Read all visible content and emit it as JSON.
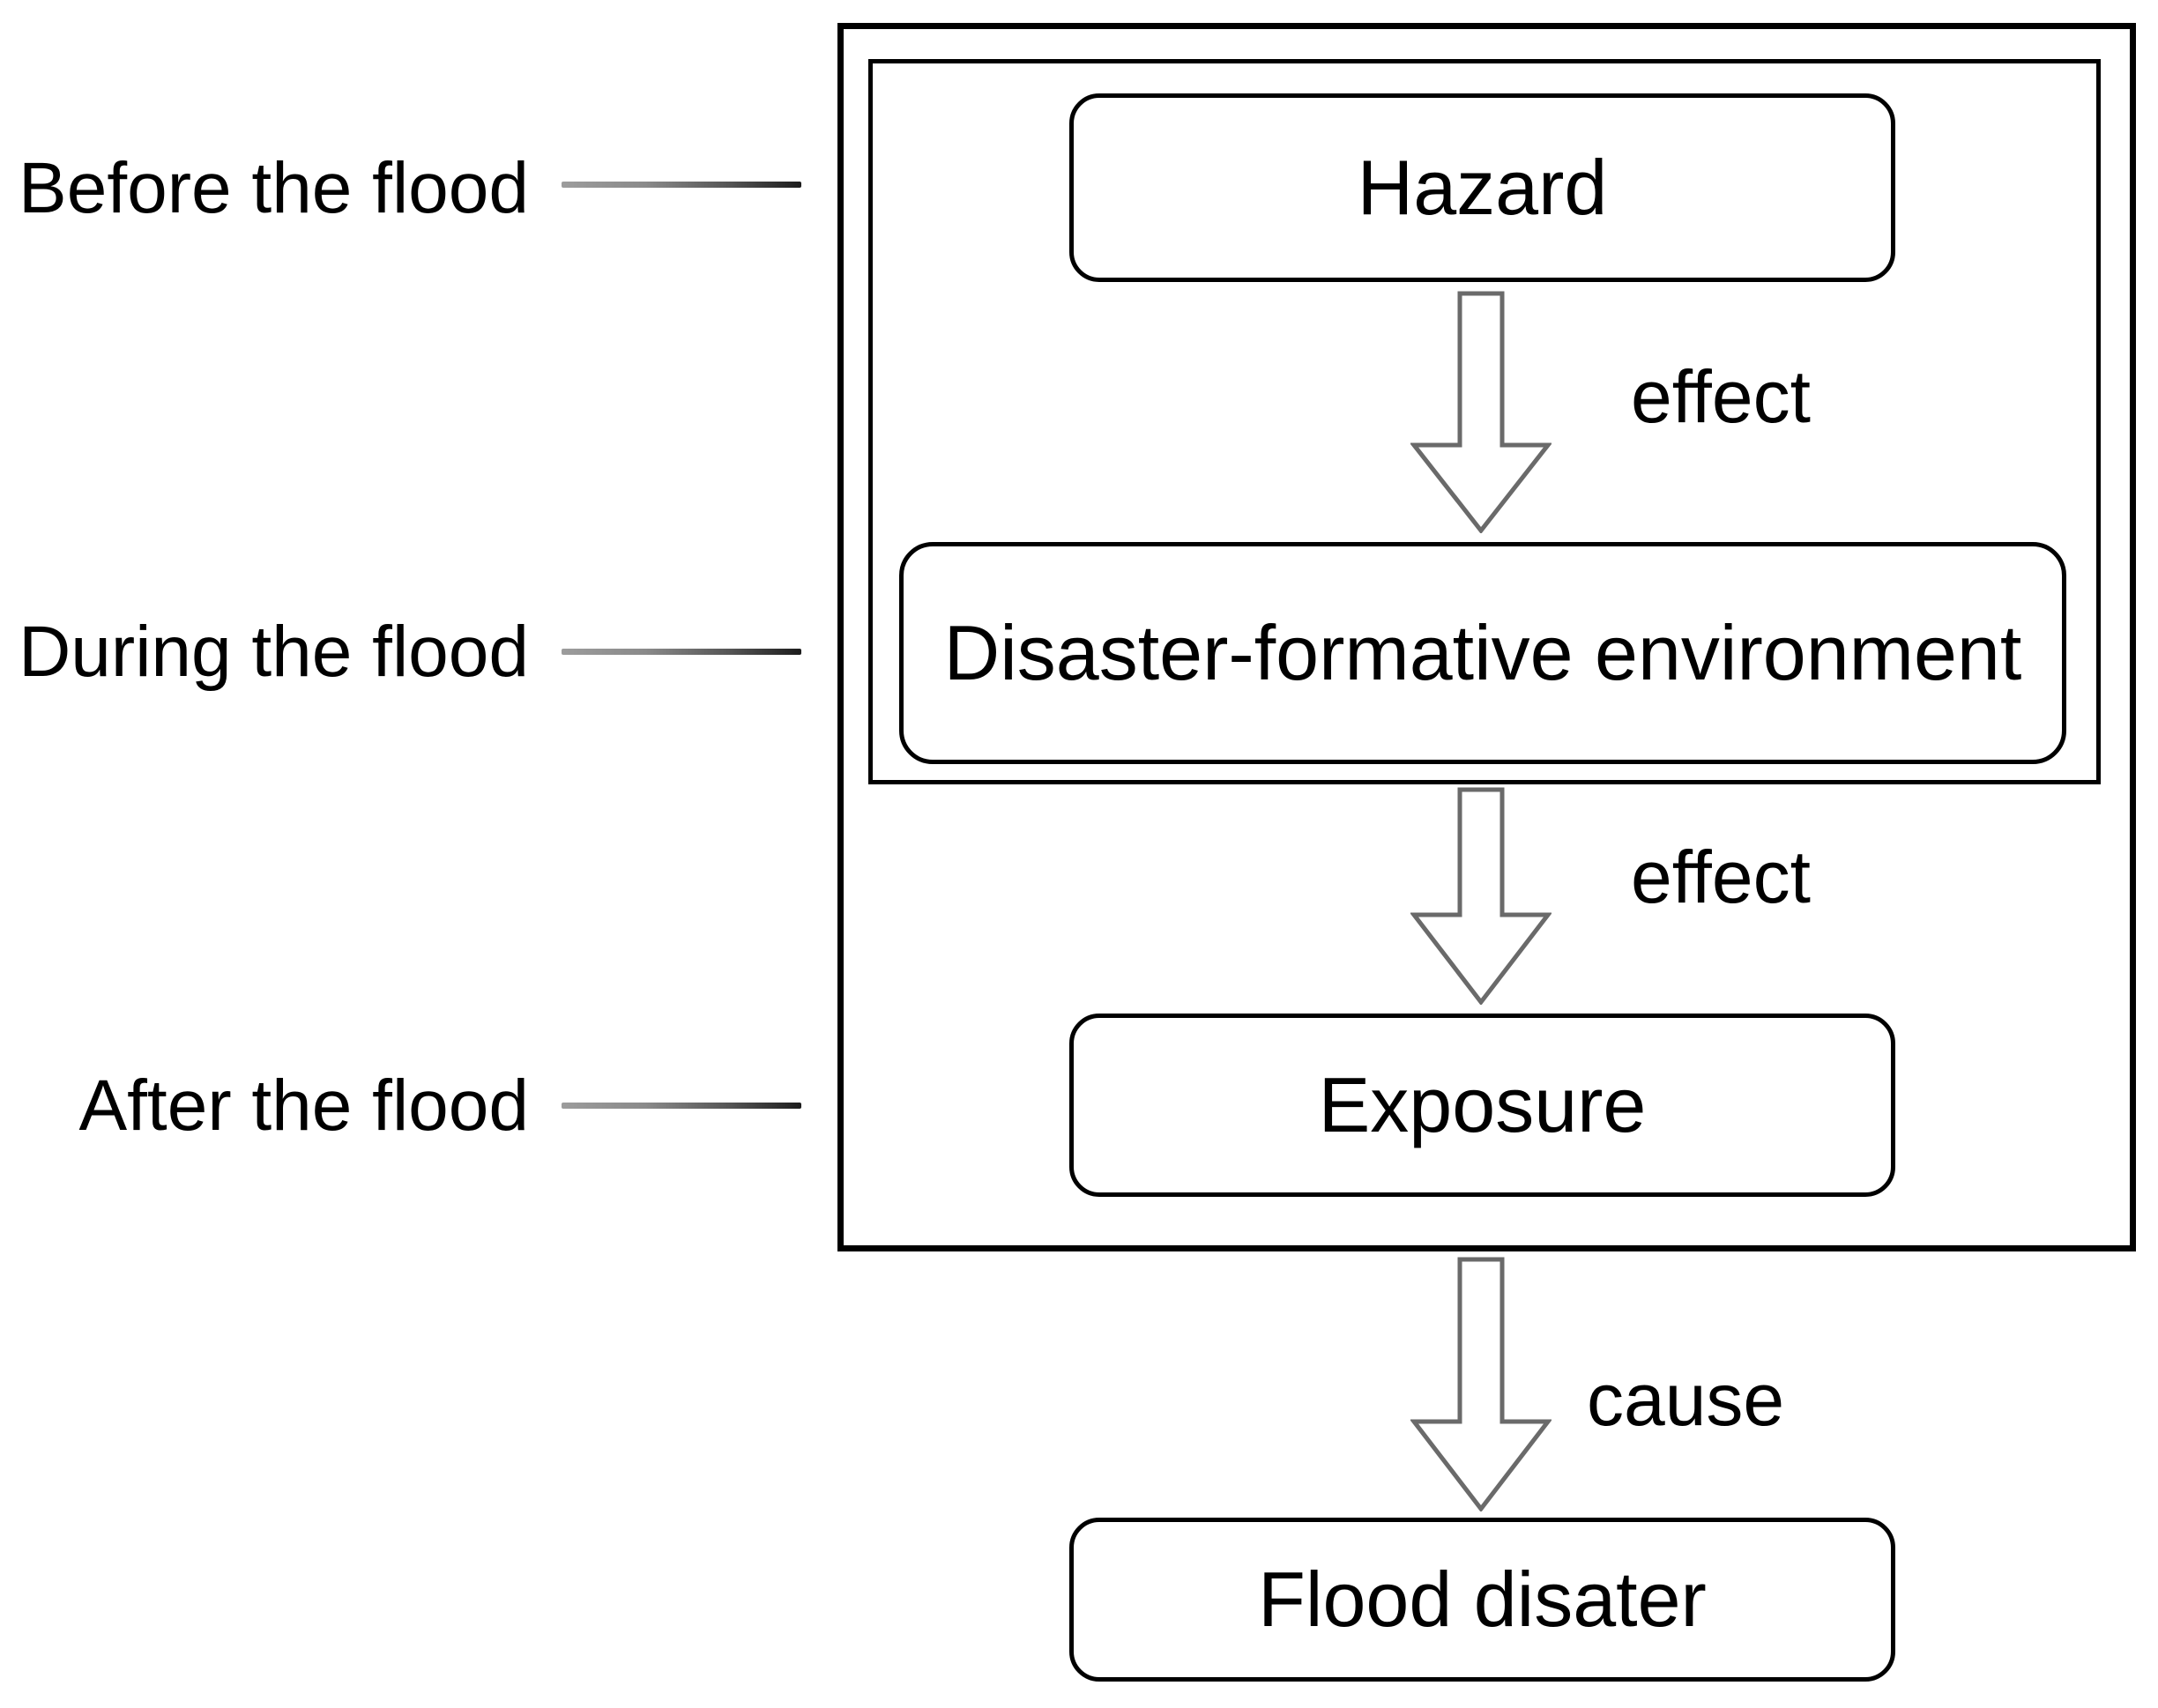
{
  "diagram": {
    "title_context": "Flood disaster formation flowchart",
    "stages": [
      {
        "label": "Before the flood"
      },
      {
        "label": "During the flood"
      },
      {
        "label": "After the flood"
      }
    ],
    "nodes": {
      "hazard": {
        "label": "Hazard"
      },
      "environment": {
        "label": "Disaster-formative environment"
      },
      "exposure": {
        "label": "Exposure"
      },
      "flood_disaster": {
        "label": "Flood disater"
      }
    },
    "arrows": [
      {
        "from": "hazard",
        "to": "environment",
        "label": "effect"
      },
      {
        "from": "environment",
        "to": "exposure",
        "label": "effect"
      },
      {
        "from": "exposure",
        "to": "flood_disaster",
        "label": "cause"
      }
    ],
    "colors": {
      "background": "#ffffff",
      "box_border": "#000000",
      "text": "#000000",
      "arrow_outline": "#6a6a6a",
      "connector_start": "#9c9c9c",
      "connector_end": "#1c1c1c"
    }
  }
}
